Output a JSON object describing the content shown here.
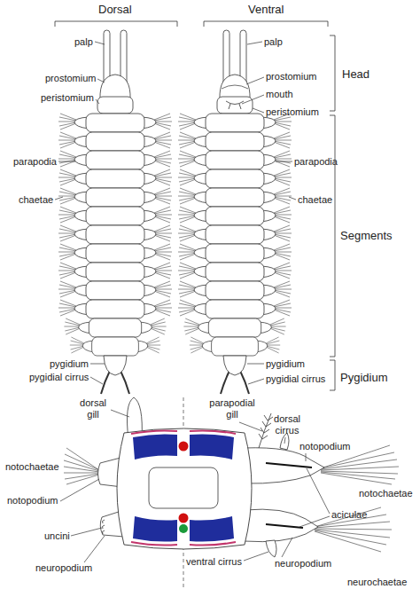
{
  "diagram": {
    "labels": [
      "Dorsal",
      "Ventral",
      "palp",
      "palp",
      "prostomium",
      "prostomium",
      "Head",
      "peristomium",
      "mouth",
      "peristomium",
      "parapodia",
      "parapodia",
      "chaetae",
      "chaetae",
      "Segments",
      "pygidium",
      "pygidium",
      "pygidial cirrus",
      "pygidial cirrus",
      "Pygidium",
      "dorsal gill",
      "parapodial gill",
      "dorsal cirrus",
      "notopodium",
      "notochaetae",
      "notopodium",
      "notochaetae",
      "aciculae",
      "uncini",
      "neuropodium",
      "ventral cirrus",
      "neuropodium",
      "neurochaetae"
    ]
  }
}
